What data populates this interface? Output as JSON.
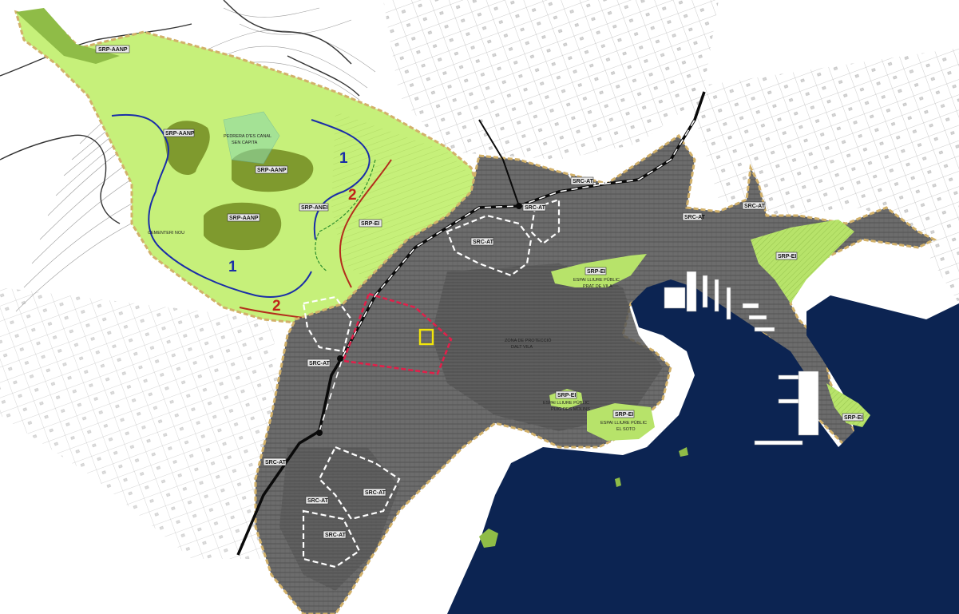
{
  "map": {
    "colors": {
      "sea": "#0c2452",
      "urban": "#6e6e6e",
      "urban_dark": "#4f4f4f",
      "green_light": "#c6f07a",
      "green_dark": "#7f9a2e",
      "boundary": "#d2b16a",
      "contour": "#9a9a9a",
      "blue_line": "#1a2ea8",
      "red_line": "#b32d1c",
      "pink_line": "#e0204a",
      "highlight": "#f2e60a"
    },
    "labels": {
      "srp_aanp_top": "SRP-AANP",
      "srp_aanp_1": "SRP-AANP",
      "srp_aanp_2": "SRP-AANP",
      "srp_aanp_3": "SRP-AANP",
      "srp_anei": "SRP-ANEI",
      "pedrera_1": "PEDRERA D'ES CANAL",
      "pedrera_2": "SEN CAPITA",
      "cementiri": "CEMENTERI NOU",
      "srp_ei_1": "SRP-EI",
      "srp_ei_2": "SRP-EI",
      "srp_ei_east": "SRP-EI",
      "srp_ei_3": "SRP-EI",
      "srp_ei_4": "SRP-EI",
      "srp_ei_islet": "SRP-EI",
      "src_at_1": "SRC-AT",
      "src_at_2": "SRC-AT",
      "src_at_3": "SRC-AT",
      "src_at_4": "SRC-AT",
      "src_at_5": "SRC-AT",
      "src_at_6": "SRC-AT",
      "src_at_7": "SRC-AT",
      "src_at_8": "SRC-AT",
      "src_at_9": "SRC-AT",
      "src_at_10": "SRC-AT",
      "prat_1": "ESPAI LLIURE PÚBLIC",
      "prat_2": "PRAT DE VILA",
      "soto_1": "ESPAI LLIURE PÚBLIC",
      "soto_2": "EL SOTO",
      "puig_1": "ESPAI LLIURE PÚBLIC",
      "puig_2": "PUIG DES MOLINS",
      "zona_1": "ZONA DE PROTECCIÓ",
      "zona_2": "DALT VILA",
      "num_1a": "1",
      "num_1b": "1",
      "num_2a": "2",
      "num_2b": "2"
    }
  }
}
